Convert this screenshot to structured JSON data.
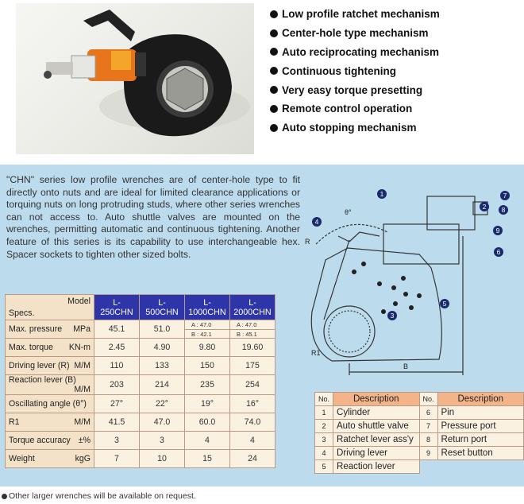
{
  "features": [
    "Low profile ratchet mechanism",
    "Center-hole type mechanism",
    "Auto reciprocating mechanism",
    "Continuous tightening",
    "Very easy torque presetting",
    "Remote control operation",
    "Auto stopping mechanism"
  ],
  "description": "\"CHN\" series low profile wrenches are of center-hole type to fit directly onto nuts and are ideal for limited clearance applications or torquing nuts on long protruding studs, where other series wrenches can not access to. Auto shuttle valves are mounted on the wrenches, permitting automatic and continuous tightening. Another feature of this series is its capability to use interchangeable hex. Spacer sockets to tighten other sized bolts.",
  "spec_table": {
    "corner_model": "Model",
    "corner_specs": "Specs.",
    "models": [
      "L-250CHN",
      "L-500CHN",
      "L-1000CHN",
      "L-2000CHN"
    ],
    "rows": [
      {
        "label": "Max. pressure",
        "unit": "MPa",
        "values": [
          "45.1",
          "51.0"
        ],
        "split": [
          [
            "A : 47.0",
            "B : 42.1"
          ],
          [
            "A : 47.0",
            "B : 45.1"
          ]
        ]
      },
      {
        "label": "Max. torque",
        "unit": "KN-m",
        "values": [
          "2.45",
          "4.90",
          "9.80",
          "19.60"
        ]
      },
      {
        "label": "Driving lever (R)",
        "unit": "M/M",
        "values": [
          "110",
          "133",
          "150",
          "175"
        ]
      },
      {
        "label": "Reaction lever (B)",
        "unit": "M/M",
        "values": [
          "203",
          "214",
          "235",
          "254"
        ]
      },
      {
        "label": "Oscillating angle (θ°)",
        "unit": "",
        "values": [
          "27°",
          "22°",
          "19°",
          "16°"
        ]
      },
      {
        "label": "R1",
        "unit": "M/M",
        "values": [
          "41.5",
          "47.0",
          "60.0",
          "74.0"
        ]
      },
      {
        "label": "Torque accuracy",
        "unit": "±%",
        "values": [
          "3",
          "3",
          "4",
          "4"
        ]
      },
      {
        "label": "Weight",
        "unit": "kgG",
        "values": [
          "7",
          "10",
          "15",
          "24"
        ]
      }
    ]
  },
  "diagram": {
    "angle_label": "θ°",
    "r_label": "R",
    "r1_label": "R1",
    "b_label": "B",
    "callouts": [
      "1",
      "2",
      "3",
      "4",
      "5",
      "6",
      "7",
      "8",
      "9"
    ]
  },
  "parts_table": {
    "no_header": "No.",
    "desc_header": "Description",
    "left": [
      {
        "no": "1",
        "desc": "Cylinder"
      },
      {
        "no": "2",
        "desc": "Auto shuttle valve"
      },
      {
        "no": "3",
        "desc": "Ratchet lever ass'y"
      },
      {
        "no": "4",
        "desc": "Driving lever"
      },
      {
        "no": "5",
        "desc": "Reaction lever"
      }
    ],
    "right": [
      {
        "no": "6",
        "desc": "Pin"
      },
      {
        "no": "7",
        "desc": "Pressure port"
      },
      {
        "no": "8",
        "desc": "Return port"
      },
      {
        "no": "9",
        "desc": "Reset button"
      }
    ]
  },
  "footnote": "Other larger wrenches will be available on request."
}
